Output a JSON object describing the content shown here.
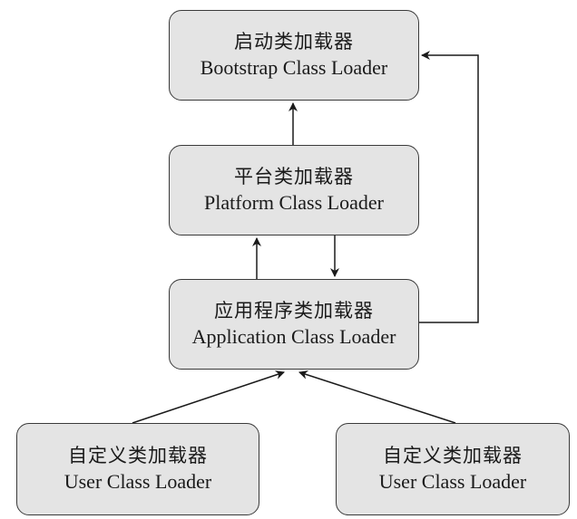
{
  "nodes": {
    "bootstrap": {
      "zh": "启动类加载器",
      "en": "Bootstrap Class Loader"
    },
    "platform": {
      "zh": "平台类加载器",
      "en": "Platform Class Loader"
    },
    "application": {
      "zh": "应用程序类加载器",
      "en": "Application Class Loader"
    },
    "user_left": {
      "zh": "自定义类加载器",
      "en": "User Class Loader"
    },
    "user_right": {
      "zh": "自定义类加载器",
      "en": "User Class Loader"
    }
  },
  "colors": {
    "node_fill": "#e4e4e4",
    "node_border": "#3a3a3a",
    "arrow": "#1a1a1a"
  }
}
